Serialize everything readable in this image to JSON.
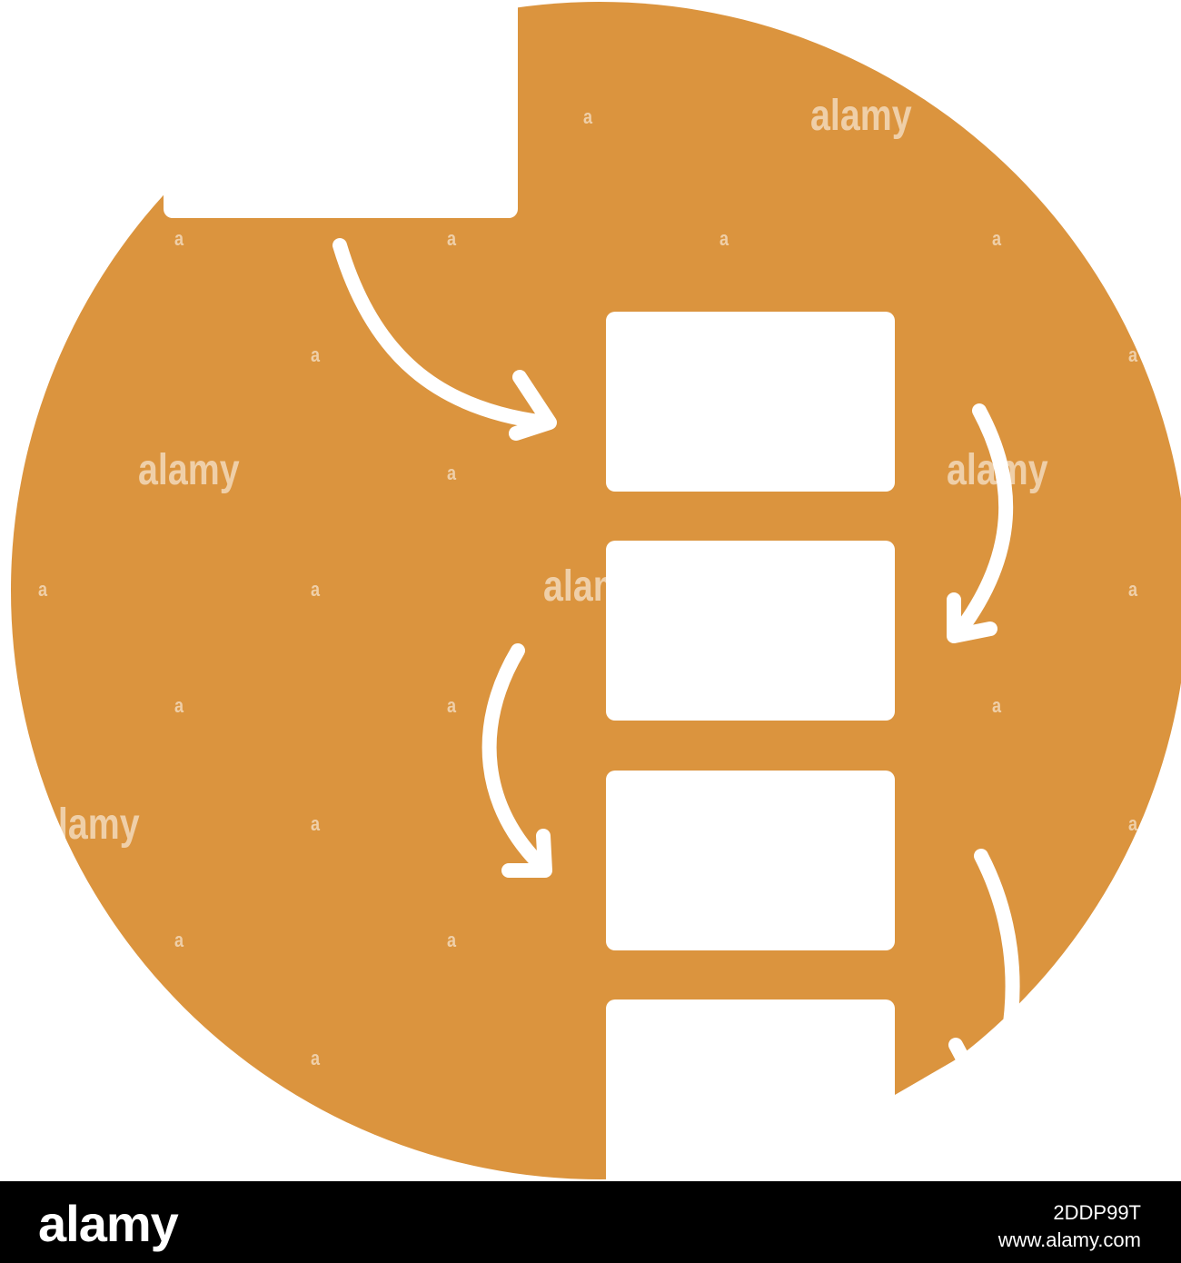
{
  "colors": {
    "circle": "#DB943E",
    "shapes": "#FFFFFF",
    "footer_bg": "#000000",
    "footer_text": "#FFFFFF"
  },
  "icon": {
    "name": "workflow-arrows-circle-icon",
    "description_shapes": [
      "top-box",
      "box-1",
      "box-2",
      "box-3",
      "box-4",
      "arrow-1",
      "arrow-2",
      "arrow-3",
      "arrow-4"
    ]
  },
  "watermark": {
    "text": "alamy",
    "letter": "a"
  },
  "footer": {
    "logo": "alamy",
    "image_id": "2DDP99T",
    "url": "www.alamy.com"
  }
}
